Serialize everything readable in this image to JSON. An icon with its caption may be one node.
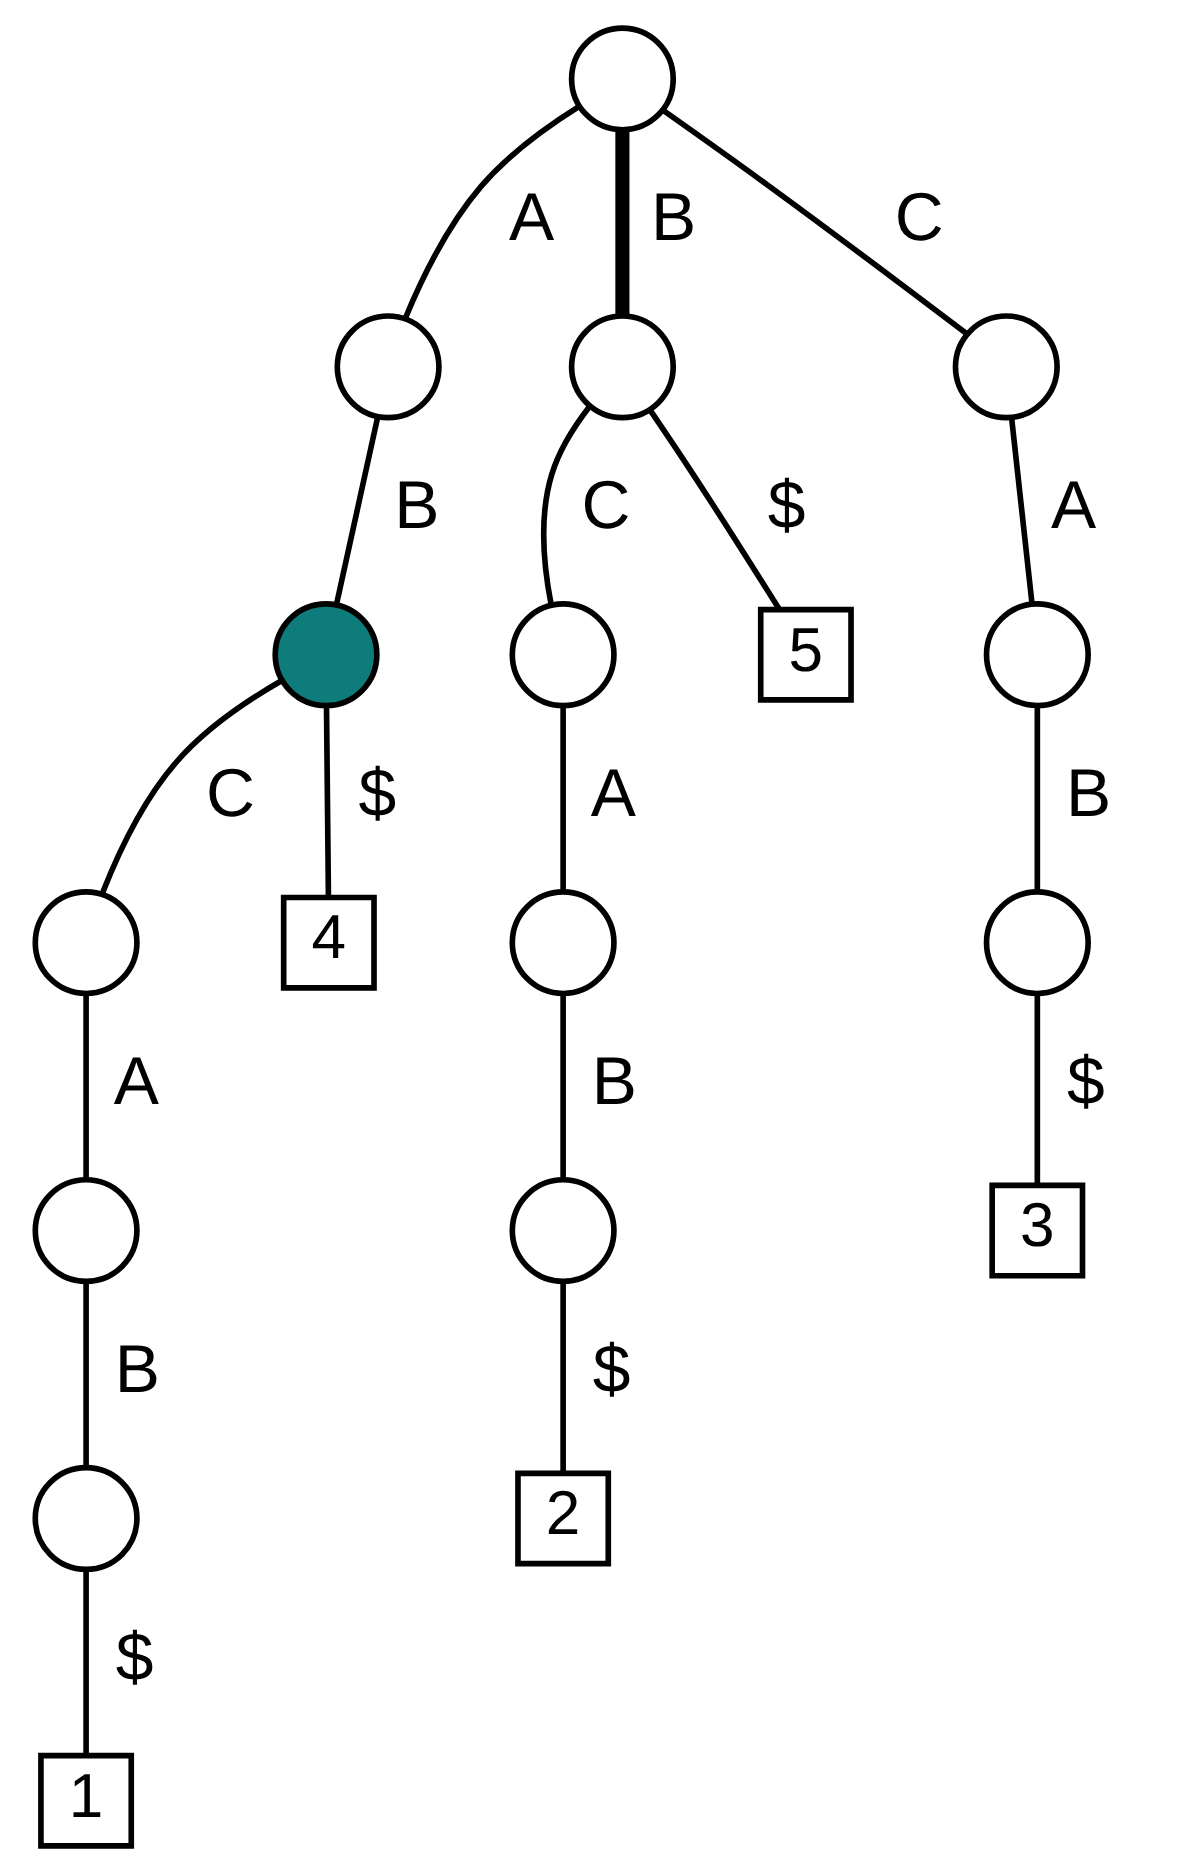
{
  "diagram": {
    "nodes": [
      {
        "text": [],
        "shape": "circle"
      },
      {
        "text": [],
        "shape": "circle"
      },
      {
        "text": [],
        "shape": "circle"
      },
      {
        "text": [],
        "shape": "circle"
      },
      {
        "text": [],
        "shape": "circle"
      },
      {
        "text": [],
        "shape": "circle"
      },
      {
        "text": [
          "5"
        ]
      },
      {
        "text": [],
        "shape": "circle"
      },
      {
        "text": [],
        "shape": "circle"
      },
      {
        "text": [
          "4"
        ]
      },
      {
        "text": [],
        "shape": "circle"
      },
      {
        "text": [],
        "shape": "circle"
      },
      {
        "text": [],
        "shape": "circle"
      },
      {
        "text": [],
        "shape": "circle"
      },
      {
        "text": [
          "3"
        ]
      },
      {
        "text": [],
        "shape": "circle"
      },
      {
        "text": [
          "2"
        ]
      },
      {
        "text": [
          "1"
        ]
      }
    ],
    "edges": [
      {
        "from": 0,
        "to": 1,
        "arrow": "none",
        "label": "A"
      },
      {
        "from": 0,
        "to": 2,
        "arrow": "none",
        "label": "B",
        "style": "thick"
      },
      {
        "from": 0,
        "to": 3,
        "arrow": "none",
        "label": "C"
      },
      {
        "from": 1,
        "to": 4,
        "arrow": "none",
        "label": "B"
      },
      {
        "from": 2,
        "to": 5,
        "arrow": "none",
        "label": "C"
      },
      {
        "from": 2,
        "to": 6,
        "arrow": "none",
        "label": "$"
      },
      {
        "from": 3,
        "to": 7,
        "arrow": "none",
        "label": "A"
      },
      {
        "from": 4,
        "to": 8,
        "arrow": "none",
        "label": "C"
      },
      {
        "from": 4,
        "to": 9,
        "arrow": "none",
        "label": "$"
      },
      {
        "from": 5,
        "to": 10,
        "arrow": "none",
        "label": "A"
      },
      {
        "from": 7,
        "to": 11,
        "arrow": "none",
        "label": "B"
      },
      {
        "from": 8,
        "to": 12,
        "arrow": "none",
        "label": "A"
      },
      {
        "from": 10,
        "to": 13,
        "arrow": "none",
        "label": "B"
      },
      {
        "from": 11,
        "to": 14,
        "arrow": "none",
        "label": "$"
      },
      {
        "from": 12,
        "to": 15,
        "arrow": "none",
        "label": "B"
      },
      {
        "from": 13,
        "to": 16,
        "arrow": "none",
        "label": "$"
      },
      {
        "from": 15,
        "to": 17,
        "arrow": "none",
        "label": "$"
      }
    ]
  }
}
